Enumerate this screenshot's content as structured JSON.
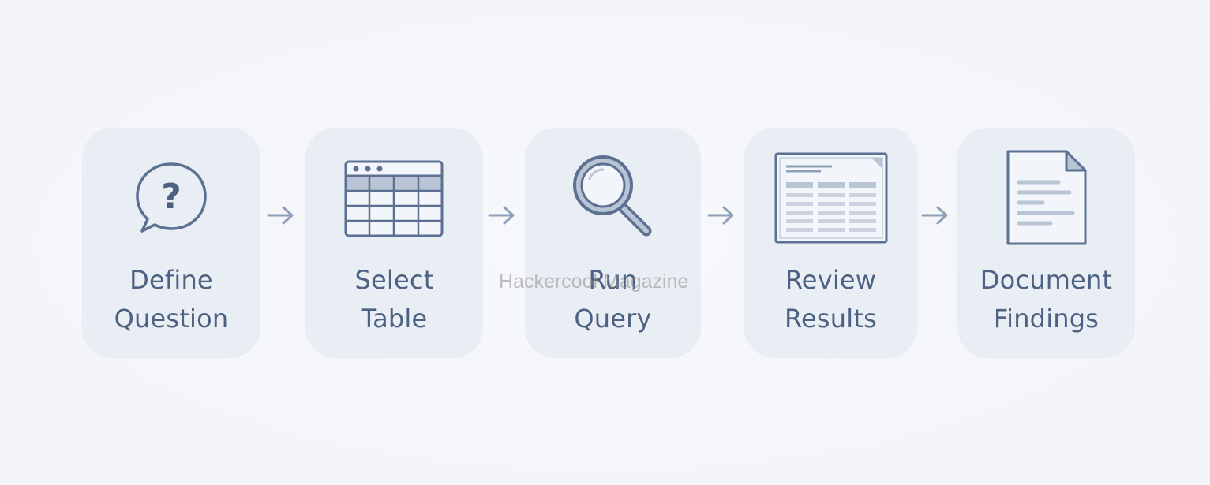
{
  "colors": {
    "background": "#f5f6f9",
    "card": "#e9eef5",
    "ink": "#4d6282",
    "icon_stroke": "#5c7192",
    "icon_fill_light": "#b9c4d4",
    "arrow": "#8fa0b8"
  },
  "steps": [
    {
      "line1": "Define",
      "line2": "Question",
      "icon": "question-bubble-icon"
    },
    {
      "line1": "Select",
      "line2": "Table",
      "icon": "table-grid-icon"
    },
    {
      "line1": "Run",
      "line2": "Query",
      "icon": "magnifier-icon"
    },
    {
      "line1": "Review",
      "line2": "Results",
      "icon": "results-sheet-icon"
    },
    {
      "line1": "Document",
      "line2": "Findings",
      "icon": "document-icon"
    }
  ],
  "watermark": "Hackercool Magazine"
}
